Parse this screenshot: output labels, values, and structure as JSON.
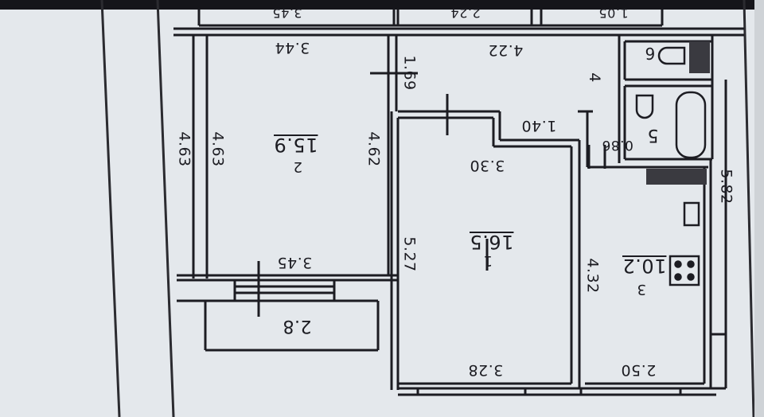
{
  "plan": {
    "dimensions": {
      "top_left_partial": "3.45",
      "top_mid_partial": "2.24",
      "top_right_partial": "1.05",
      "room2_top": "3.44",
      "room2_left_outer": "4.63",
      "room2_left_inner": "4.63",
      "room2_right": "4.62",
      "room2_bottom": "3.45",
      "balcony": "2.8",
      "hall_top": "4.22",
      "hall_left": "1.69",
      "hall_right": "4",
      "hall_step": "1.40",
      "room1_top": "3.30",
      "room1_left": "5.27",
      "room1_bottom": "3.28",
      "corridor_small": "0.86",
      "kitchen_left": "4.32",
      "kitchen_bottom": "2.50",
      "kitchen_right": "5.82"
    },
    "room_numbers": {
      "bathroom": "5",
      "toilet": "6",
      "room2": "2",
      "room1": "1",
      "kitchen": "3"
    },
    "areas": {
      "room2": "15.9",
      "room1": "16.5",
      "kitchen": "10.2"
    },
    "colors": {
      "paper": "#e8ecef",
      "ink": "#1c1c22",
      "wall_fill": "#f2f4f5"
    }
  }
}
